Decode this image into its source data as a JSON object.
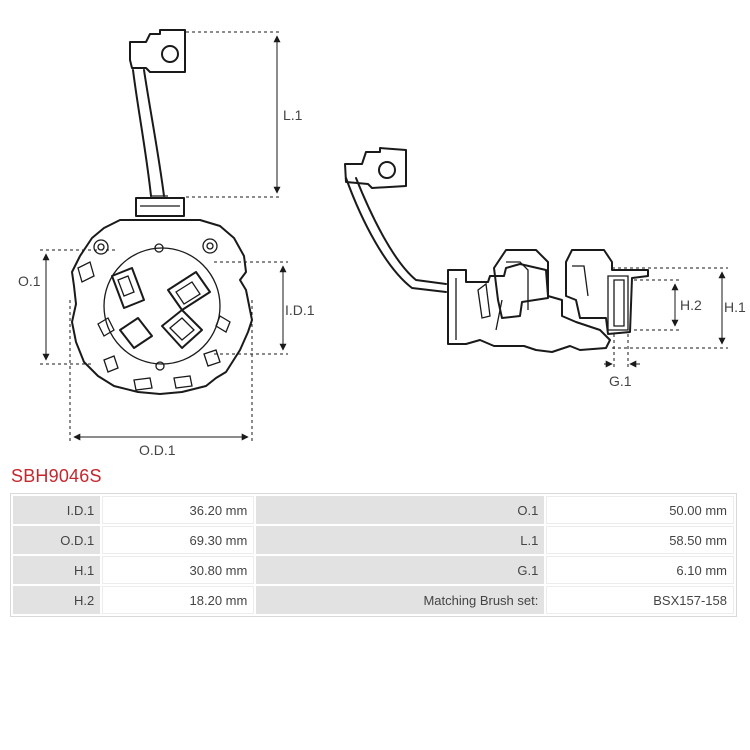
{
  "drawing": {
    "labels": {
      "l1": "L.1",
      "o1": "O.1",
      "id1": "I.D.1",
      "od1": "O.D.1",
      "h1": "H.1",
      "h2": "H.2",
      "g1": "G.1"
    }
  },
  "part_number": "SBH9046S",
  "specs": {
    "rows": [
      {
        "label_a": "I.D.1",
        "value_a": "36.20 mm",
        "label_b": "O.1",
        "value_b": "50.00 mm"
      },
      {
        "label_a": "O.D.1",
        "value_a": "69.30 mm",
        "label_b": "L.1",
        "value_b": "58.50 mm"
      },
      {
        "label_a": "H.1",
        "value_a": "30.80 mm",
        "label_b": "G.1",
        "value_b": "6.10 mm"
      },
      {
        "label_a": "H.2",
        "value_a": "18.20 mm",
        "label_b": "Matching Brush set:",
        "value_b": "BSX157-158"
      }
    ]
  }
}
